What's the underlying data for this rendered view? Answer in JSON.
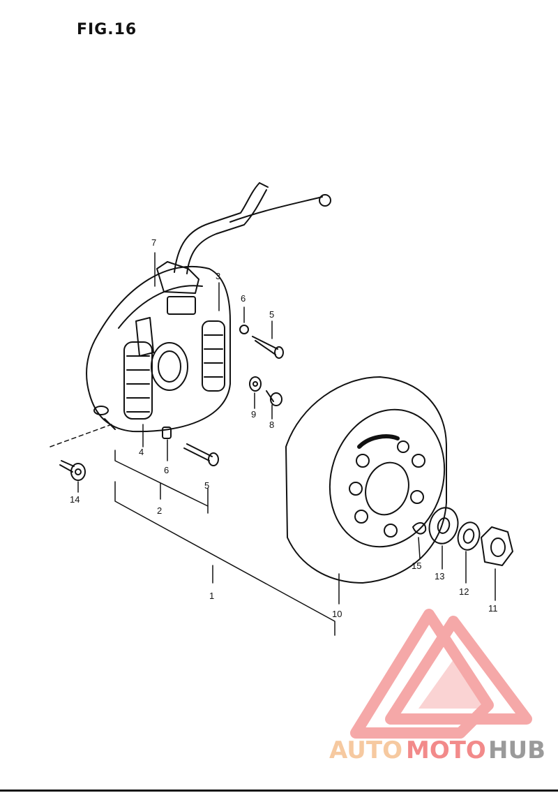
{
  "figure": {
    "title": "FIG.16"
  },
  "labels": {
    "l1": "1",
    "l2": "2",
    "l3": "3",
    "l4": "4",
    "l5a": "5",
    "l5b": "5",
    "l6a": "6",
    "l6b": "6",
    "l7": "7",
    "l8": "8",
    "l9": "9",
    "l10": "10",
    "l11": "11",
    "l12": "12",
    "l13": "13",
    "l14": "14",
    "l15": "15"
  },
  "watermark": {
    "part1": "AUTO",
    "part2": "MOTO",
    "part3": "HUB",
    "color_auto": "#f6c9a0",
    "color_moto": "#f28a8a",
    "color_hub": "#9a9a9a",
    "logo_color": "#f49a9a"
  }
}
